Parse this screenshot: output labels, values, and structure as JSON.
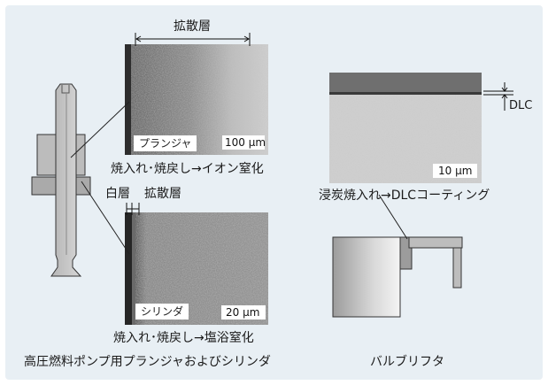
{
  "plunger": {
    "diffusion_layer_label": "拡散層",
    "part_label": "プランジャ",
    "scale": "100 µm",
    "process": "焼入れ･焼戻し→イオン窒化"
  },
  "cylinder": {
    "white_layer_label": "白層",
    "diffusion_layer_label": "拡散層",
    "part_label": "シリンダ",
    "scale": "20 µm",
    "process": "焼入れ･焼戻し→塩浴窒化"
  },
  "pump_caption": "高圧燃料ポンプ用プランジャおよびシリンダ",
  "lifter": {
    "dlc_label": "DLC",
    "scale": "10 µm",
    "process": "浸炭焼入れ→DLCコーティング",
    "caption": "バルブリフタ"
  }
}
